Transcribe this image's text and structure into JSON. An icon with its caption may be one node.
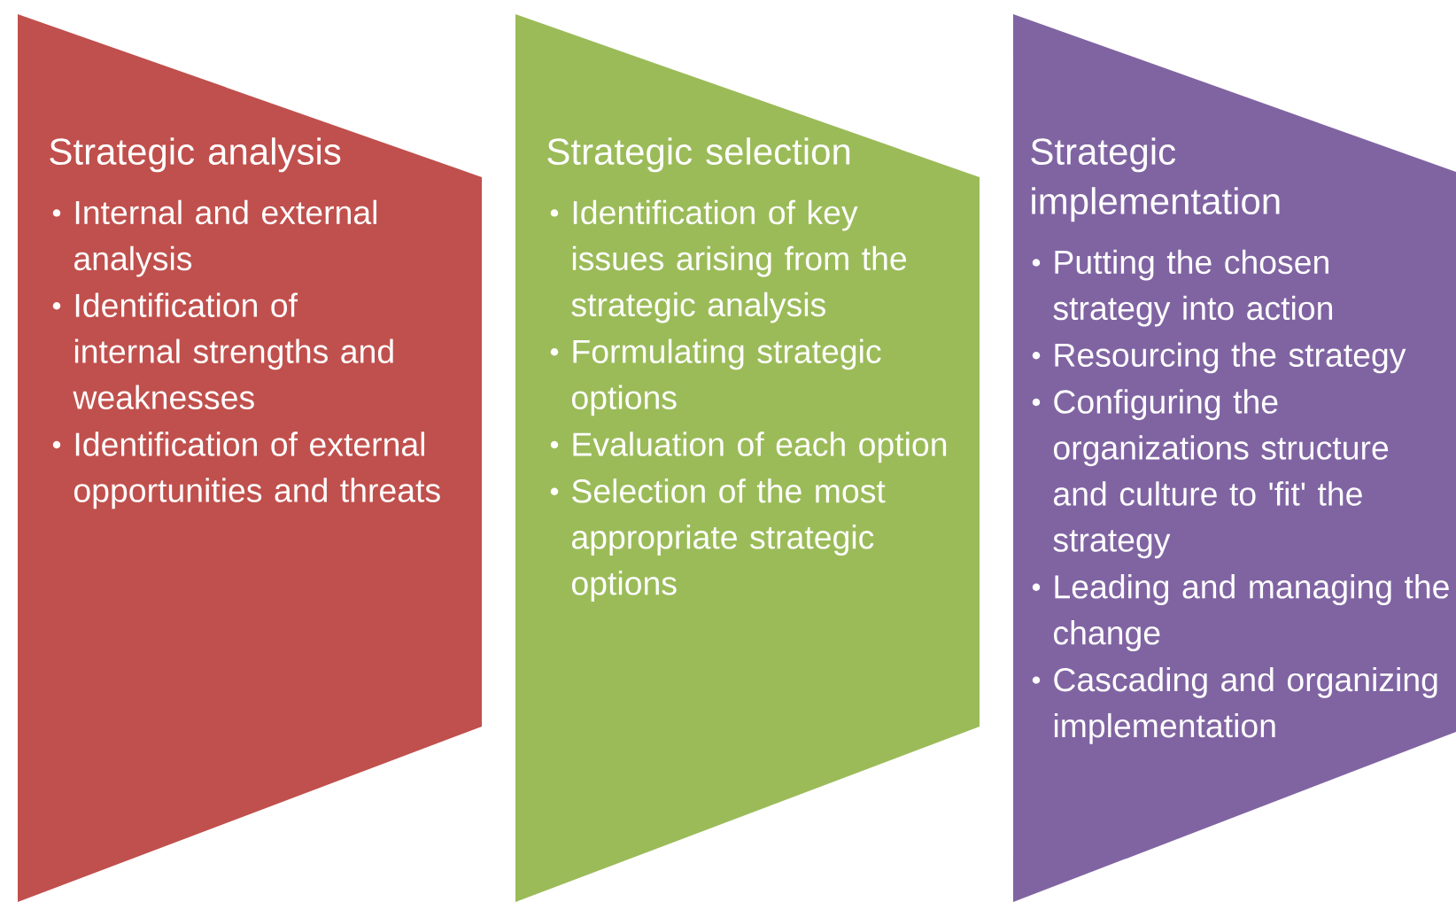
{
  "diagram": {
    "nodes": [
      {
        "text": [
          "Strategic analysis",
          "Internal and external analysis",
          "Identification of internal strengths and weaknesses",
          "Identification of external opportunities and threats"
        ]
      },
      {
        "text": [
          "Strategic selection",
          "Identification of key issues arising from the strategic analysis",
          "Formulating strategic options",
          "Evaluation of each option",
          "Selection of the most appropriate strategic options"
        ]
      },
      {
        "text": [
          "Strategic implementation",
          "Putting the chosen strategy into action",
          "Resourcing the strategy",
          "Configuring the organizations structure and culture to 'fit' the strategy",
          "Leading and managing the change",
          "Cascading and organizing implementation"
        ]
      }
    ]
  }
}
